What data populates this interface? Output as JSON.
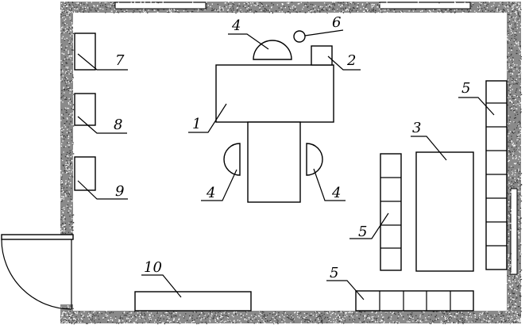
{
  "labels": {
    "desk": "1",
    "small_table": "2",
    "table": "3",
    "chair": "4",
    "cabinet": "5",
    "round_item": "6",
    "cabinet_a": "7",
    "cabinet_b": "8",
    "cabinet_c": "9",
    "bench": "10"
  },
  "colors": {
    "wall": "#8a8a8a",
    "line": "#000000",
    "background": "#ffffff"
  }
}
